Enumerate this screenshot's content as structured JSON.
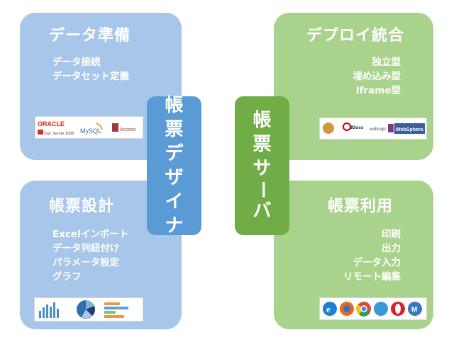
{
  "top_left": {
    "title": "データ準備",
    "items": [
      "データ接続",
      "データセット定義"
    ],
    "logos": [
      "ORACLE",
      "SQL Server 2008",
      "MySQL",
      "Access"
    ]
  },
  "top_right": {
    "title": "デプロイ統合",
    "items": [
      "独立型",
      "埋め込み型",
      "Iframe型"
    ],
    "logos": [
      "JBoss",
      "weblogic",
      "WebSphere."
    ]
  },
  "bottom_left": {
    "title": "帳票設計",
    "items": [
      "Excelインポート",
      "データ列紐付け",
      "パラメータ設定",
      "グラフ"
    ]
  },
  "bottom_right": {
    "title": "帳票利用",
    "items": [
      "印刷",
      "出力",
      "データ入力",
      "リモート編集"
    ],
    "browser_icons": [
      "ie-icon",
      "firefox-icon",
      "chrome-icon",
      "safari-icon",
      "opera-icon",
      "maxthon-icon"
    ]
  },
  "center_left": {
    "chars": [
      "帳",
      "票",
      "デ",
      "ザ",
      "イ",
      "ナ"
    ]
  },
  "center_right": {
    "chars": [
      "帳",
      "票",
      "サ",
      "ー",
      "バ"
    ]
  },
  "colors": {
    "blue_card": "#a7c6ea",
    "green_card": "#a9d38c",
    "blue_pillar": "#5b9bd5",
    "green_pillar": "#70ad47"
  }
}
